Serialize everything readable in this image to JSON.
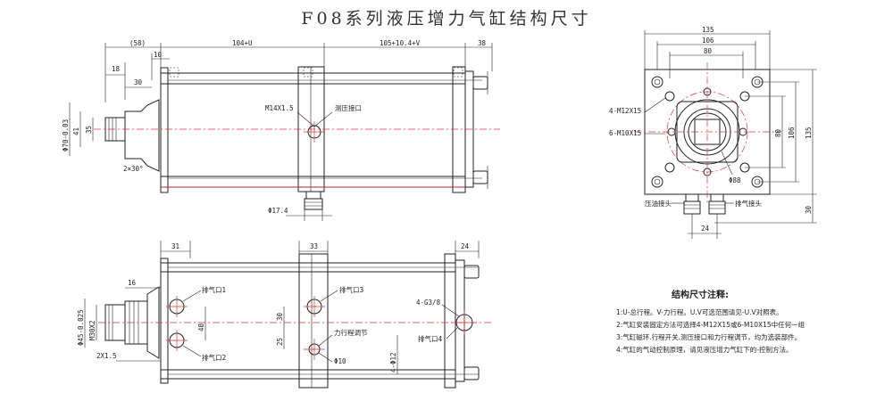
{
  "title": "F08系列液压增力气缸结构尺寸",
  "front_view": {
    "dims_top": [
      "(58)",
      "104+U",
      "105+10.4+V",
      "38"
    ],
    "dim_10": "10",
    "dim_18": "18",
    "dim_30": "30",
    "dims_left": [
      "Φ70-0.03",
      "41",
      "35"
    ],
    "chamfer": "2×30°",
    "port_label": "M14X1.5",
    "pressure_port": "测压接口",
    "dim_174": "Φ17.4"
  },
  "bottom_view": {
    "dims_top": [
      "31",
      "33",
      "24"
    ],
    "dim_16": "16",
    "dims_left": [
      "Φ45-0.025",
      "M30X2"
    ],
    "dim_2x15": "2X1.5",
    "exhaust1": "排气口1",
    "exhaust2": "排气口2",
    "exhaust3": "排气口3",
    "exhaust4": "排气口4",
    "dim_30v": "30",
    "dim_40": "40",
    "dim_25": "25",
    "force_adj": "力行程调节",
    "phi10": "Φ10",
    "thread": "4-G3/8",
    "dim_4phi12": "4-Φ12"
  },
  "side_view": {
    "dims_top": [
      "135",
      "106",
      "80"
    ],
    "holes1": "4-M12X15",
    "holes2": "6-M10X15",
    "dims_right": [
      "80",
      "106",
      "135"
    ],
    "dim_30": "30",
    "phi88": "Φ88",
    "dim_24": "24",
    "pressure_joint": "压油接头",
    "exhaust_joint": "排气接头"
  },
  "notes": {
    "title": "结构尺寸注释:",
    "items": [
      "1:U-总行程。V-力行程。U.V可选范围请见-U.V对照表。",
      "2:气缸安装固定方法可选择4-M12X15或6-M10X15中任何一组",
      "3:气缸磁环.行程开关.测压接口和力行程调节，均为选装部件。",
      "4:气缸的气动控制原理，请见液压增力气缸下的-控制方法。"
    ]
  }
}
